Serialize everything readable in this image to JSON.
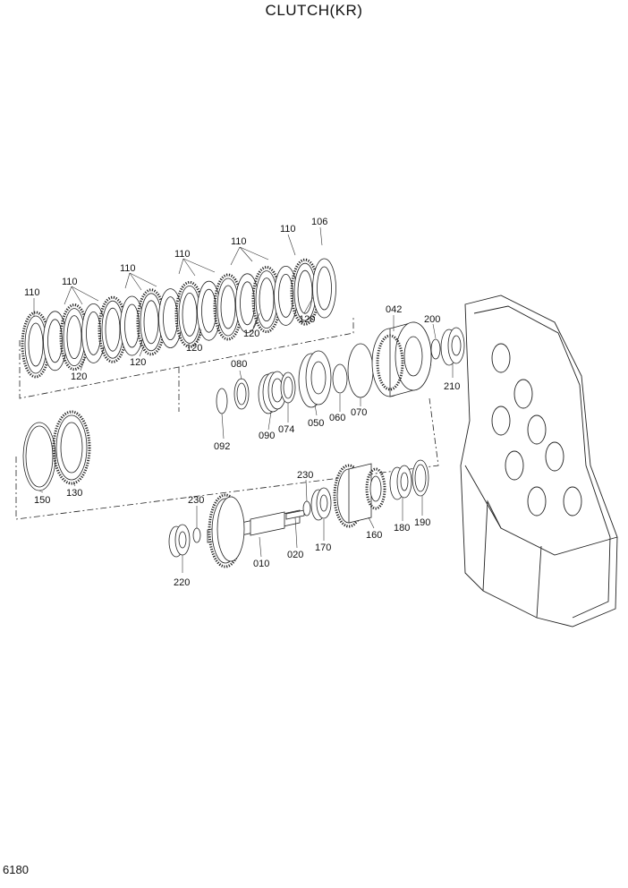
{
  "title": "CLUTCH(KR)",
  "page_number": "6180",
  "callouts": {
    "c106": "106",
    "c110_a": "110",
    "c110_b": "110",
    "c110_c": "110",
    "c110_d": "110",
    "c110_e": "110",
    "c110_f": "110",
    "c120_a": "120",
    "c120_b": "120",
    "c120_c": "120",
    "c120_d": "120",
    "c120_e": "120",
    "c042": "042",
    "c200": "200",
    "c210": "210",
    "c080": "080",
    "c090": "090",
    "c074": "074",
    "c050": "050",
    "c060": "060",
    "c070": "070",
    "c092": "092",
    "c150": "150",
    "c130": "130",
    "c230_a": "230",
    "c230_b": "230",
    "c220": "220",
    "c010": "010",
    "c020": "020",
    "c170": "170",
    "c160": "160",
    "c180": "180",
    "c190": "190"
  }
}
